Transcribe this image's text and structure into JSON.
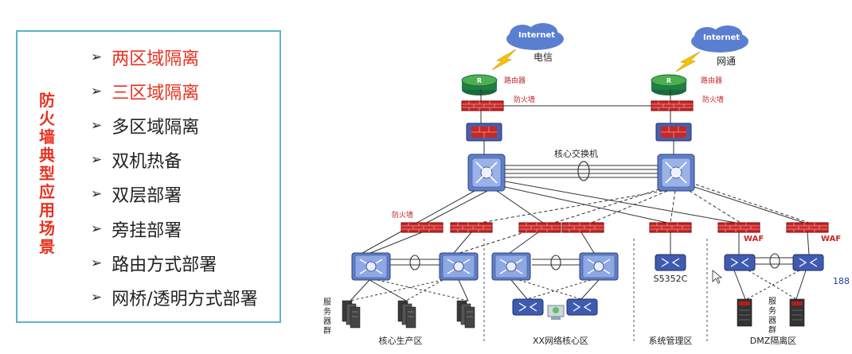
{
  "sidebar": {
    "vertical_title": "防火墙典型应用场景",
    "items": [
      {
        "label": "两区域隔离",
        "highlight": true
      },
      {
        "label": "三区域隔离",
        "highlight": true
      },
      {
        "label": "多区域隔离",
        "highlight": false
      },
      {
        "label": "双机热备",
        "highlight": false
      },
      {
        "label": "双层部署",
        "highlight": false
      },
      {
        "label": "旁挂部署",
        "highlight": false
      },
      {
        "label": "路由方式部署",
        "highlight": false
      },
      {
        "label": "网桥/透明方式部署",
        "highlight": false
      }
    ],
    "bullet": "➢",
    "highlight_color": "#e8311f"
  },
  "diagram": {
    "internet": "Internet",
    "isp_left": "电信",
    "isp_right": "网通",
    "router_label": "路由器",
    "firewall_label": "防火墙",
    "core_switch_label": "核心交换机",
    "waf_label": "WAF",
    "s5352c": "S5352C",
    "server_group": "服务器群",
    "zones": [
      "核心生产区",
      "XX网络核心区",
      "系统管理区",
      "DMZ隔离区"
    ]
  },
  "page_number": "188"
}
